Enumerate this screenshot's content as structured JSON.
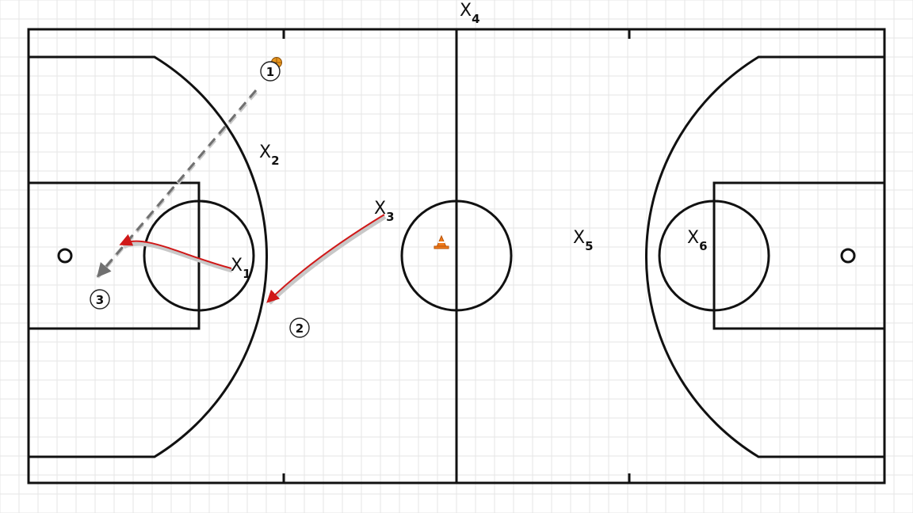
{
  "colors": {
    "court_line": "#111111",
    "grid": "#e6e6e6",
    "cut_arrow": "#d01818",
    "pass_arrow": "#808080",
    "ball": "#e8961e",
    "cone": "#f07a1a"
  },
  "defenders": [
    {
      "name": "X1",
      "mark": "X",
      "sub": "1"
    },
    {
      "name": "X2",
      "mark": "X",
      "sub": "2"
    },
    {
      "name": "X3",
      "mark": "X",
      "sub": "3"
    },
    {
      "name": "X4",
      "mark": "X",
      "sub": "4"
    },
    {
      "name": "X5",
      "mark": "X",
      "sub": "5"
    },
    {
      "name": "X6",
      "mark": "X",
      "sub": "6"
    }
  ],
  "offense": [
    {
      "name": "player-1",
      "label": "1",
      "has_ball": true
    },
    {
      "name": "player-2",
      "label": "2",
      "has_ball": false
    },
    {
      "name": "player-3",
      "label": "3",
      "has_ball": false
    }
  ],
  "actions": [
    {
      "name": "pass-1-to-3",
      "type": "pass",
      "icon": "dashed-arrow"
    },
    {
      "name": "cut-x3",
      "type": "cut",
      "icon": "solid-arrow"
    },
    {
      "name": "cut-x1",
      "type": "cut",
      "icon": "solid-arrow"
    }
  ],
  "props": [
    {
      "name": "cone",
      "icon": "cone-icon"
    },
    {
      "name": "ball",
      "icon": "basketball-icon"
    }
  ]
}
